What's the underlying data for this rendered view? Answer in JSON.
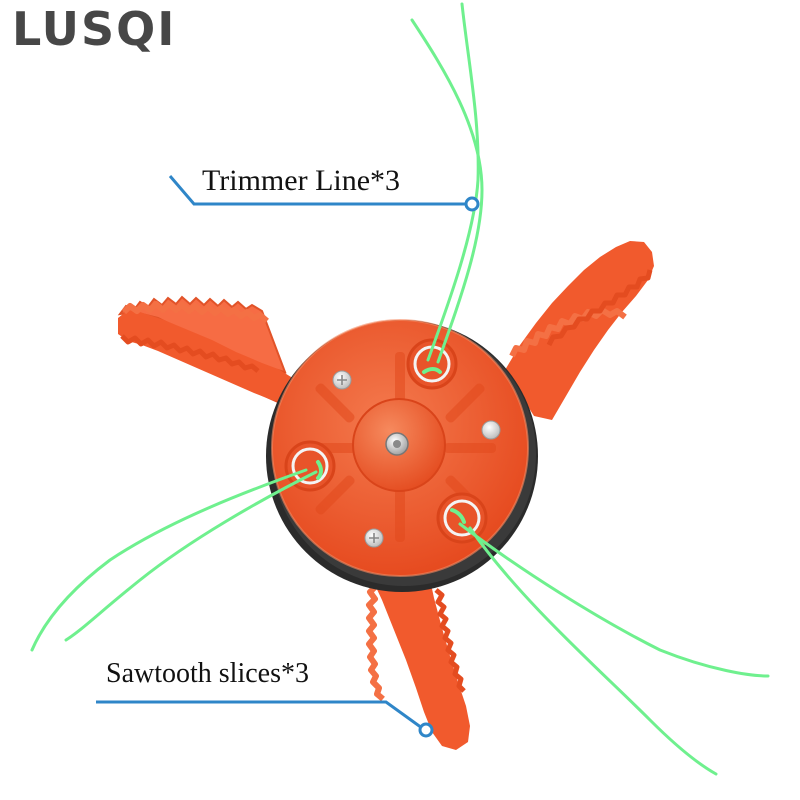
{
  "brand": {
    "name": "LUSQI"
  },
  "callouts": {
    "trimmer_line": "Trimmer Line*3",
    "sawtooth_slices": "Sawtooth slices*3"
  },
  "colors": {
    "blade": "#f2572f",
    "blade_shadow": "#d9451f",
    "disc": "#f15a2d",
    "hub": "#f26a3e",
    "rim": "#2e2e2e",
    "trimmer_line": "#6ff08e",
    "callout_line": "#2f86c8",
    "brand_text": "#474747"
  },
  "icons": {
    "product": "trimmer-head-icon"
  }
}
